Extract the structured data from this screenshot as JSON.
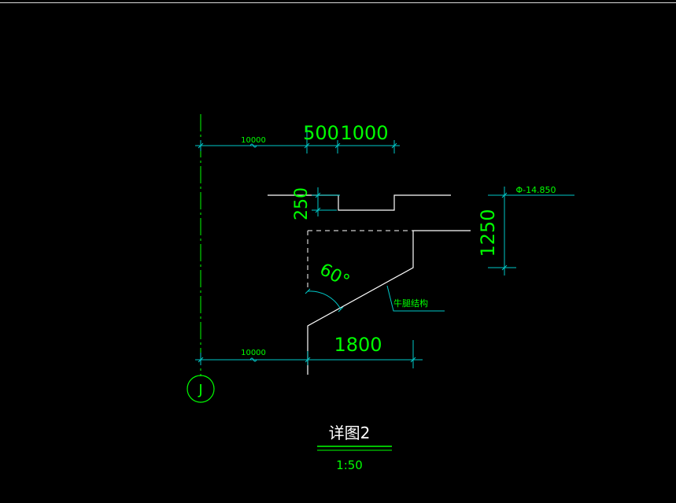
{
  "drawing": {
    "colors": {
      "background": "#000000",
      "dimension": "#00c8c8",
      "text": "#00ff00",
      "geometry": "#ffffff"
    },
    "dimensions": {
      "top_left_offset": "10000",
      "top_seg_1": "500",
      "top_seg_2": "1000",
      "step_height": "250",
      "right_height": "1250",
      "bottom_left_offset": "10000",
      "bottom_width": "1800"
    },
    "angle_label": "60°",
    "elevation": "Φ-14.850",
    "callout": "牛腿结构",
    "grid_axis": "J",
    "title": "详图2",
    "scale": "1:50"
  }
}
